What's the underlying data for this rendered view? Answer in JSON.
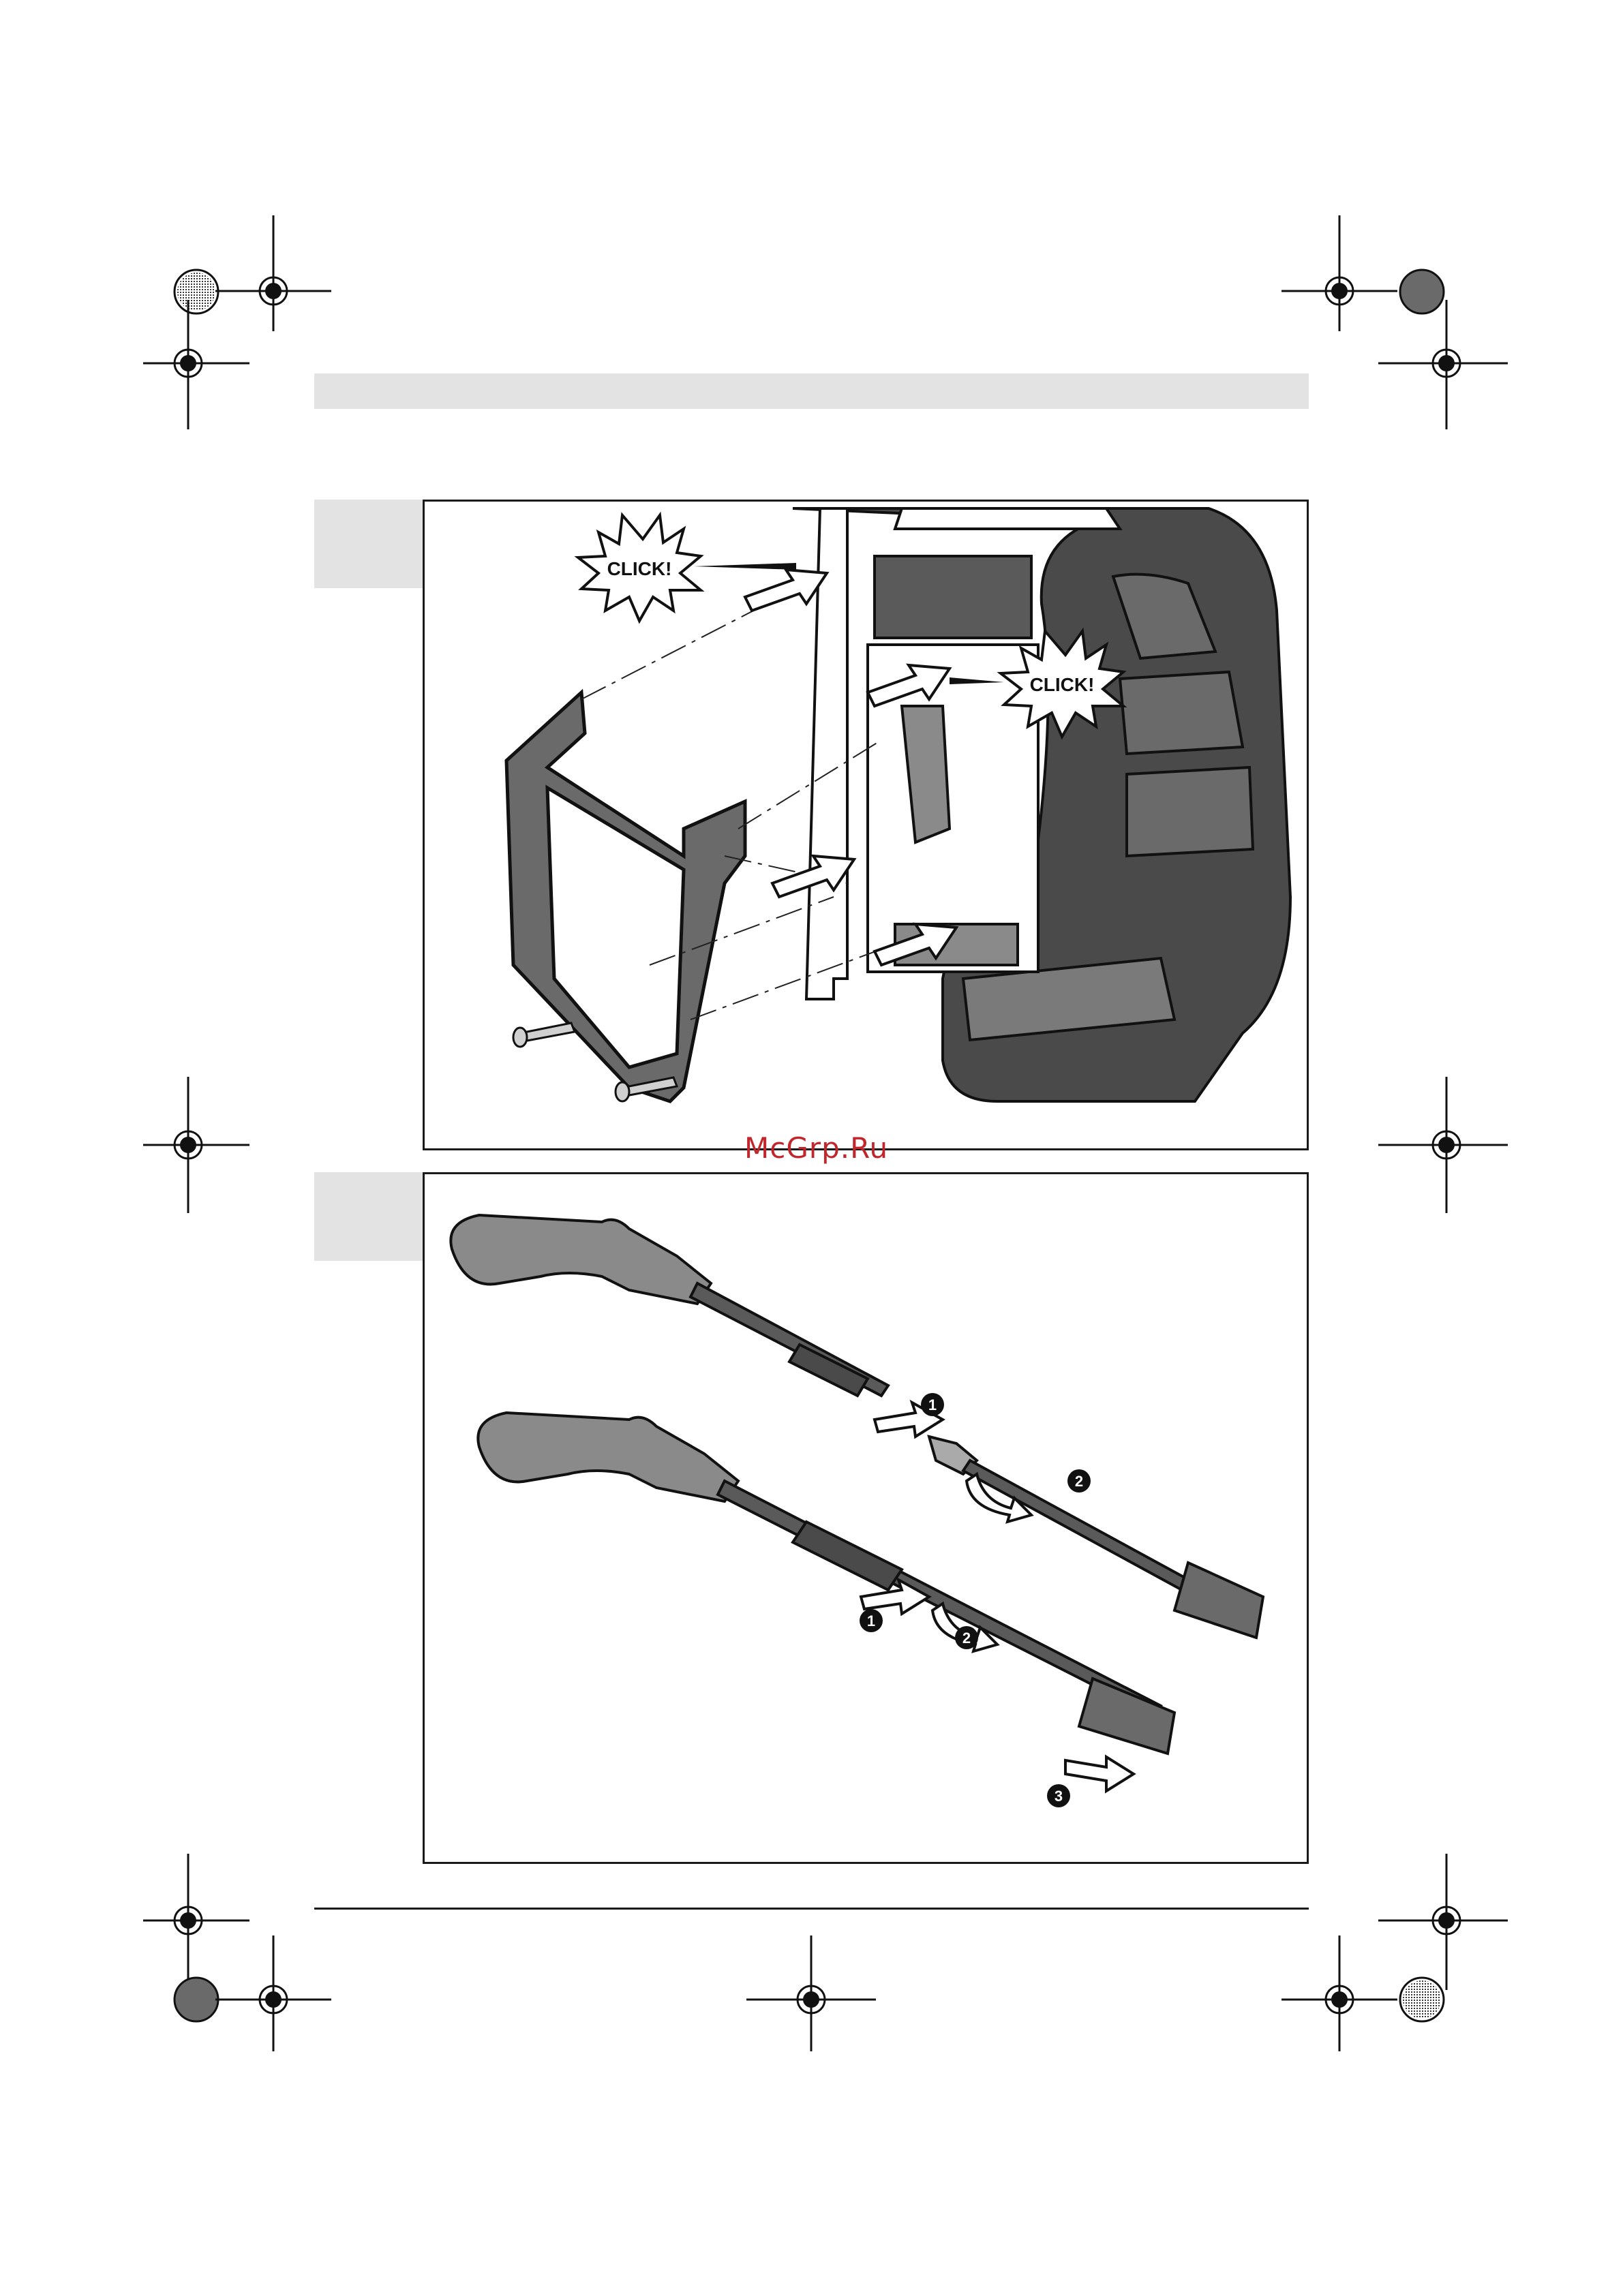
{
  "watermark": {
    "text": "McGrp.Ru",
    "color": "#c0262b"
  },
  "figure_1": {
    "callouts": [
      {
        "label": "CLICK!"
      },
      {
        "label": "CLICK!"
      }
    ]
  },
  "figure_2": {
    "upper_assembly_steps": [
      {
        "number": "1"
      },
      {
        "number": "2"
      }
    ],
    "lower_assembly_steps": [
      {
        "number": "1"
      },
      {
        "number": "2"
      },
      {
        "number": "3"
      }
    ]
  },
  "colors": {
    "band": "#e3e3e3",
    "rule": "#1a1a1a",
    "part_dark": "#3a3a3a",
    "part_mid": "#8a8a8a"
  }
}
